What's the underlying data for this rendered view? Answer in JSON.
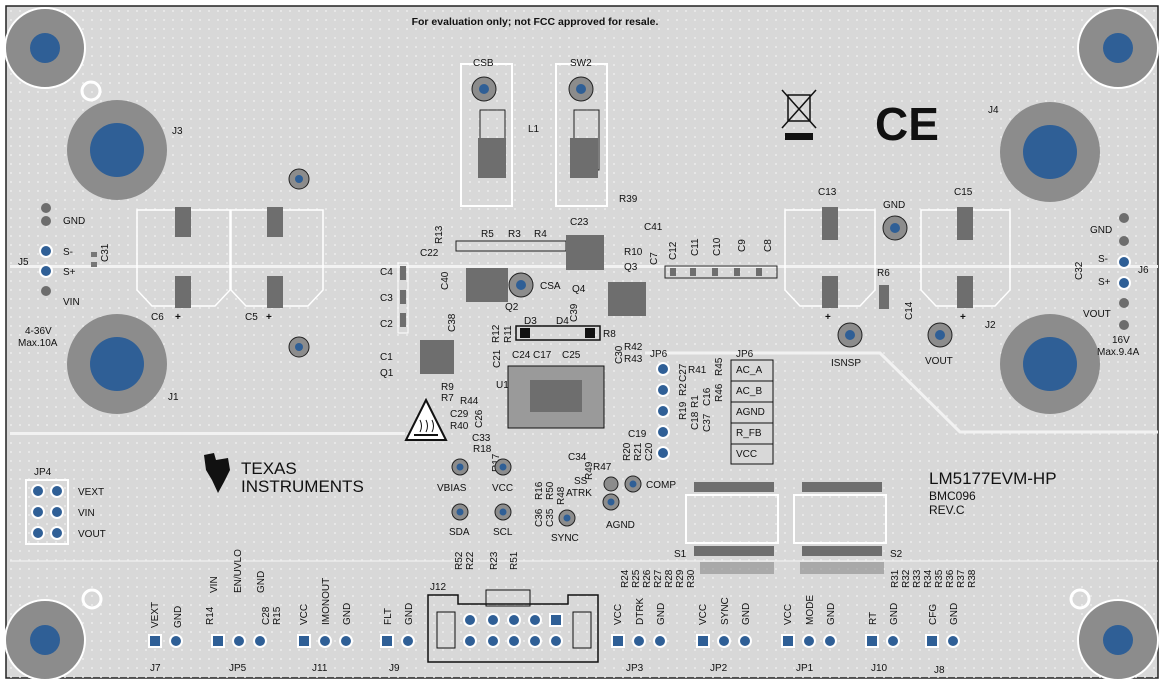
{
  "board": {
    "disclaimer": "For evaluation only; not FCC approved for resale.",
    "part_number": "LM5177EVM-HP",
    "board_code": "BMC096",
    "revision": "REV.C",
    "company_line1": "TEXAS",
    "company_line2": "INSTRUMENTS",
    "ce_mark": "CE",
    "colors": {
      "board": "#d6d6d6",
      "copper": "#c7c7c7",
      "silk": "#ffffff",
      "pad": "#6e6e6e",
      "via": "#3c6a9e"
    }
  },
  "connectors": {
    "J1": "J1",
    "J2": "J2",
    "J3": "J3",
    "J4": "J4",
    "J5": "J5",
    "J6": "J6",
    "J7": "J7",
    "J8": "J8",
    "J9": "J9",
    "J10": "J10",
    "J11": "J11",
    "J12": "J12",
    "JP1": "JP1",
    "JP2": "JP2",
    "JP3": "JP3",
    "JP4": "JP4",
    "JP5": "JP5",
    "JP6": "JP6"
  },
  "input": {
    "gnd": "GND",
    "s_minus": "S-",
    "s_plus": "S+",
    "vin": "VIN",
    "range": "4-36V",
    "max": "Max.10A"
  },
  "output": {
    "gnd": "GND",
    "s_minus": "S-",
    "s_plus": "S+",
    "vout": "VOUT",
    "range": "16V",
    "max": "Max.9.4A"
  },
  "testpoints": {
    "csb": "CSB",
    "sw2": "SW2",
    "csa": "CSA",
    "gnd": "GND",
    "isnsp": "ISNSP",
    "vout": "VOUT",
    "vbias": "VBIAS",
    "vcc": "VCC",
    "sda": "SDA",
    "scl": "SCL",
    "ss": "SS",
    "atrk": "ATRK",
    "comp": "COMP",
    "agnd": "AGND",
    "sync": "SYNC"
  },
  "jp6_labels": [
    "AC_A",
    "AC_B",
    "AGND",
    "R_FB",
    "VCC"
  ],
  "jp4_labels": [
    "VEXT",
    "VIN",
    "VOUT"
  ],
  "bottom_labels": {
    "j7": [
      "VEXT",
      "GND"
    ],
    "jp5": [
      "VIN",
      "EN/UVLO",
      "GND"
    ],
    "j11": [
      "VCC",
      "IMONOUT",
      "GND"
    ],
    "j9": [
      "FLT",
      "GND"
    ],
    "jp3": [
      "VCC",
      "DTRK",
      "GND"
    ],
    "jp2": [
      "VCC",
      "SYNC",
      "GND"
    ],
    "jp1": [
      "VCC",
      "MODE",
      "GND"
    ],
    "j10": [
      "RT",
      "GND"
    ],
    "j8": [
      "CFG",
      "GND"
    ]
  },
  "refdes": {
    "L1": "L1",
    "Q1": "Q1",
    "Q2": "Q2",
    "Q3": "Q3",
    "Q4": "Q4",
    "U1": "U1",
    "S1": "S1",
    "S2": "S2",
    "D3": "D3",
    "D4": "D4",
    "C1": "C1",
    "C2": "C2",
    "C3": "C3",
    "C4": "C4",
    "C5": "C5",
    "C6": "C6",
    "C7": "C7",
    "C8": "C8",
    "C9": "C9",
    "C10": "C10",
    "C11": "C11",
    "C12": "C12",
    "C13": "C13",
    "C14": "C14",
    "C15": "C15",
    "C16": "C16",
    "C17": "C17",
    "C18": "C18",
    "C19": "C19",
    "C20": "C20",
    "C21": "C21",
    "C22": "C22",
    "C23": "C23",
    "C24": "C24",
    "C25": "C25",
    "C26": "C26",
    "C27": "C27",
    "C28": "C28",
    "C29": "C29",
    "C30": "C30",
    "C31": "C31",
    "C32": "C32",
    "C33": "C33",
    "C34": "C34",
    "C35": "C35",
    "C36": "C36",
    "C37": "C37",
    "C38": "C38",
    "C39": "C39",
    "C40": "C40",
    "C41": "C41",
    "R1": "R1",
    "R2": "R2",
    "R3": "R3",
    "R4": "R4",
    "R5": "R5",
    "R6": "R6",
    "R7": "R7",
    "R8": "R8",
    "R9": "R9",
    "R10": "R10",
    "R11": "R11",
    "R12": "R12",
    "R13": "R13",
    "R14": "R14",
    "R15": "R15",
    "R16": "R16",
    "R17": "R17",
    "R18": "R18",
    "R19": "R19",
    "R20": "R20",
    "R21": "R21",
    "R22": "R22",
    "R23": "R23",
    "R39": "R39",
    "R40": "R40",
    "R41": "R41",
    "R42": "R42",
    "R43": "R43",
    "R44": "R44",
    "R45": "R45",
    "R46": "R46",
    "R47": "R47",
    "R48": "R48",
    "R49": "R49",
    "R50": "R50",
    "R51": "R51",
    "R52": "R52",
    "r24_30": [
      "R24",
      "R25",
      "R26",
      "R27",
      "R28",
      "R29",
      "R30"
    ],
    "r31_38": [
      "R31",
      "R32",
      "R33",
      "R34",
      "R35",
      "R36",
      "R37",
      "R38"
    ]
  }
}
